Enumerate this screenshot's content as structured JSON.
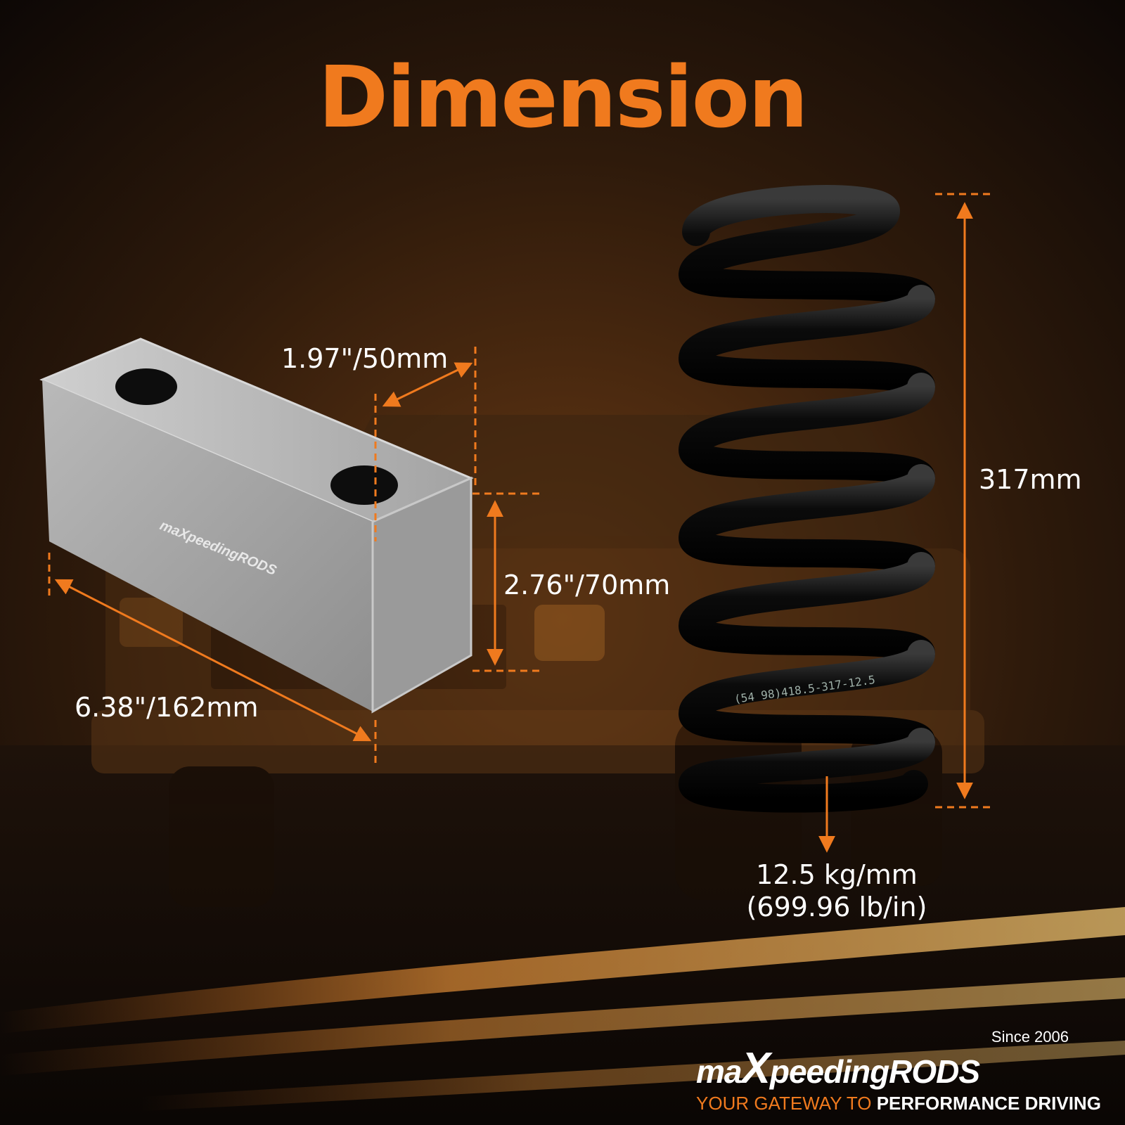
{
  "title": "Dimension",
  "dimensions": {
    "block_width": "1.97\"/50mm",
    "block_height": "2.76\"/70mm",
    "block_length": "6.38\"/162mm",
    "spring_height": "317mm",
    "spring_rate_metric": "12.5 kg/mm",
    "spring_rate_imperial": "(699.96 lb/in)"
  },
  "block_logo_text": "maXpeedingRODS",
  "spring_marking": "(54 98)418.5-317-12.5",
  "brand": {
    "since": "Since 2006",
    "logo_prefix": "ma",
    "logo_x": "X",
    "logo_suffix": "peedingRODS",
    "tagline_light": "YOUR GATEWAY TO ",
    "tagline_bold": "PERFORMANCE DRIVING"
  },
  "colors": {
    "accent": "#f07a1e",
    "background": "#140d08",
    "block": "#a9a9a9",
    "spring": "#0d0d0d"
  }
}
